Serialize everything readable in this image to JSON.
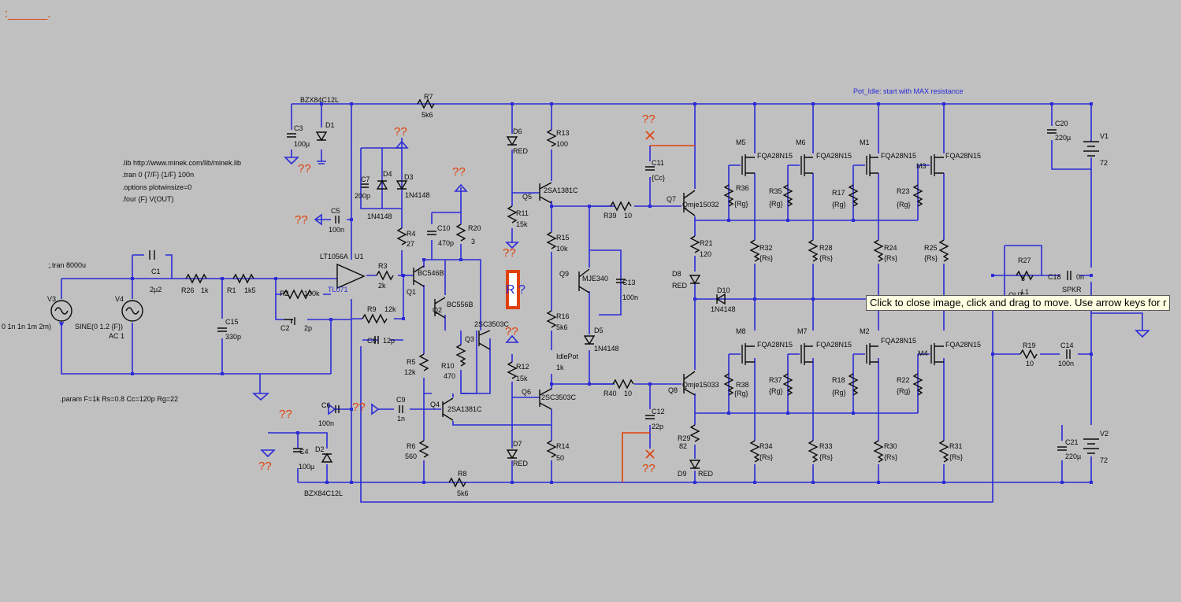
{
  "corner_label": ":______.",
  "tooltip": "Click to close image, click and drag to move. Use arrow keys for r",
  "pot_note": "Pot_Idle: start with MAX resistance",
  "directives": [
    ".lib http://www.minek.com/lib/minek.lib",
    ".tran 0 {7/F} {1/F} 100n",
    ".options plotwinsize=0",
    ".four {F} V(OUT)"
  ],
  "tran": ";.tran 8000u",
  "param": ".param F=1k Rs=0.8 Cc=120p Rg=22",
  "sources": {
    "v3": "V3",
    "v3_val": "0 1n 1n 1m 2m)",
    "v4": "V4",
    "v4_val": "SINE(0 1.2 {F})",
    "v4_ac": "AC 1"
  },
  "opamp": {
    "model": "LT1056A",
    "ref": "U1",
    "alt": "TL071"
  },
  "placed_part": "R ?",
  "unknown_mark": "??",
  "components": [
    {
      "ref": "C1",
      "val": "2µ2"
    },
    {
      "ref": "R26",
      "val": "1k"
    },
    {
      "ref": "R1",
      "val": "1k5"
    },
    {
      "ref": "C15",
      "val": "330p"
    },
    {
      "ref": "R2",
      "val": "100k"
    },
    {
      "ref": "C2",
      "val": "2p"
    },
    {
      "ref": "R9",
      "val": "12k"
    },
    {
      "ref": "C8",
      "val": "12p"
    },
    {
      "ref": "R3",
      "val": "2k"
    },
    {
      "ref": "R4",
      "val": "27"
    },
    {
      "ref": "C7",
      "val": "200p"
    },
    {
      "ref": "D4",
      "val": "1N4148"
    },
    {
      "ref": "D3",
      "val": "1N4148"
    },
    {
      "ref": "C10",
      "val": "470p"
    },
    {
      "ref": "R20",
      "val": "3"
    },
    {
      "ref": "Q1",
      "val": "BC546B"
    },
    {
      "ref": "Q2",
      "val": "BC556B"
    },
    {
      "ref": "Q3",
      "val": "2SC3503C"
    },
    {
      "ref": "R5",
      "val": "12k"
    },
    {
      "ref": "R10",
      "val": "470"
    },
    {
      "ref": "Q4",
      "val": "2SA1381C"
    },
    {
      "ref": "C9",
      "val": "1n"
    },
    {
      "ref": "R6",
      "val": "560"
    },
    {
      "ref": "R8",
      "val": "5k6"
    },
    {
      "ref": "R7",
      "val": "5k6"
    },
    {
      "ref": "C3",
      "val": "100µ"
    },
    {
      "ref": "D1",
      "val": "BZX84C12L"
    },
    {
      "ref": "C5",
      "val": "100n"
    },
    {
      "ref": "C6",
      "val": "100n"
    },
    {
      "ref": "C4",
      "val": "100µ"
    },
    {
      "ref": "D2",
      "val": "BZX84C12L"
    },
    {
      "ref": "D6",
      "val": "RED"
    },
    {
      "ref": "R11",
      "val": "15k"
    },
    {
      "ref": "R12",
      "val": "15k"
    },
    {
      "ref": "D7",
      "val": "RED"
    },
    {
      "ref": "R13",
      "val": "100"
    },
    {
      "ref": "Q5",
      "val": "2SA1381C"
    },
    {
      "ref": "R15",
      "val": "10k"
    },
    {
      "ref": "Q9",
      "val": "MJE340"
    },
    {
      "ref": "C13",
      "val": "100n"
    },
    {
      "ref": "R16",
      "val": "5k6"
    },
    {
      "ref": "D5",
      "val": "1N4148"
    },
    {
      "ref": "IdlePot",
      "val": "1k"
    },
    {
      "ref": "Q6",
      "val": "2SC3503C"
    },
    {
      "ref": "R14",
      "val": "50"
    },
    {
      "ref": "R39",
      "val": "10"
    },
    {
      "ref": "R40",
      "val": "10"
    },
    {
      "ref": "C11",
      "val": "{Cc}"
    },
    {
      "ref": "C12",
      "val": "22p"
    },
    {
      "ref": "Q7",
      "val": "Qmje15032"
    },
    {
      "ref": "Q8",
      "val": "Qmje15033"
    },
    {
      "ref": "R21",
      "val": "120"
    },
    {
      "ref": "D8",
      "val": "RED"
    },
    {
      "ref": "D10",
      "val": "1N4148"
    },
    {
      "ref": "R29",
      "val": "82"
    },
    {
      "ref": "D9",
      "val": "RED"
    },
    {
      "ref": "M5",
      "val": "FQA28N15"
    },
    {
      "ref": "M6",
      "val": "FQA28N15"
    },
    {
      "ref": "M1",
      "val": "FQA28N15"
    },
    {
      "ref": "M3",
      "val": "FQA28N15"
    },
    {
      "ref": "M8",
      "val": "FQA28N15"
    },
    {
      "ref": "M7",
      "val": "FQA28N15"
    },
    {
      "ref": "M2",
      "val": "FQA28N15"
    },
    {
      "ref": "M4",
      "val": "FQA28N15"
    },
    {
      "ref": "R36",
      "val": "{Rg}"
    },
    {
      "ref": "R35",
      "val": "{Rg}"
    },
    {
      "ref": "R17",
      "val": "{Rg}"
    },
    {
      "ref": "R23",
      "val": "{Rg}"
    },
    {
      "ref": "R38",
      "val": "{Rg}"
    },
    {
      "ref": "R37",
      "val": "{Rg}"
    },
    {
      "ref": "R18",
      "val": "{Rg}"
    },
    {
      "ref": "R22",
      "val": "{Rg}"
    },
    {
      "ref": "R32",
      "val": "{Rs}"
    },
    {
      "ref": "R28",
      "val": "{Rs}"
    },
    {
      "ref": "R24",
      "val": "{Rs}"
    },
    {
      "ref": "R25",
      "val": "{Rs}"
    },
    {
      "ref": "R34",
      "val": "{Rs}"
    },
    {
      "ref": "R33",
      "val": "{Rs}"
    },
    {
      "ref": "R30",
      "val": "{Rs}"
    },
    {
      "ref": "R31",
      "val": "{Rs}"
    },
    {
      "ref": "R27",
      "val": "3"
    },
    {
      "ref": "L1",
      "val": ""
    },
    {
      "ref": "C18",
      "val": "0n"
    },
    {
      "ref": "R19",
      "val": "10"
    },
    {
      "ref": "C14",
      "val": "100n"
    },
    {
      "ref": "C20",
      "val": "220µ"
    },
    {
      "ref": "V1",
      "val": "72"
    },
    {
      "ref": "C21",
      "val": "220µ"
    },
    {
      "ref": "V2",
      "val": "72"
    }
  ],
  "net_labels": {
    "out": "OUT",
    "speaker": "SPKR"
  },
  "colors": {
    "background": "#c0c0c0",
    "wire": "#2b2bd6",
    "annotation": "#e0400a",
    "tooltip_bg": "#ffffe1"
  }
}
